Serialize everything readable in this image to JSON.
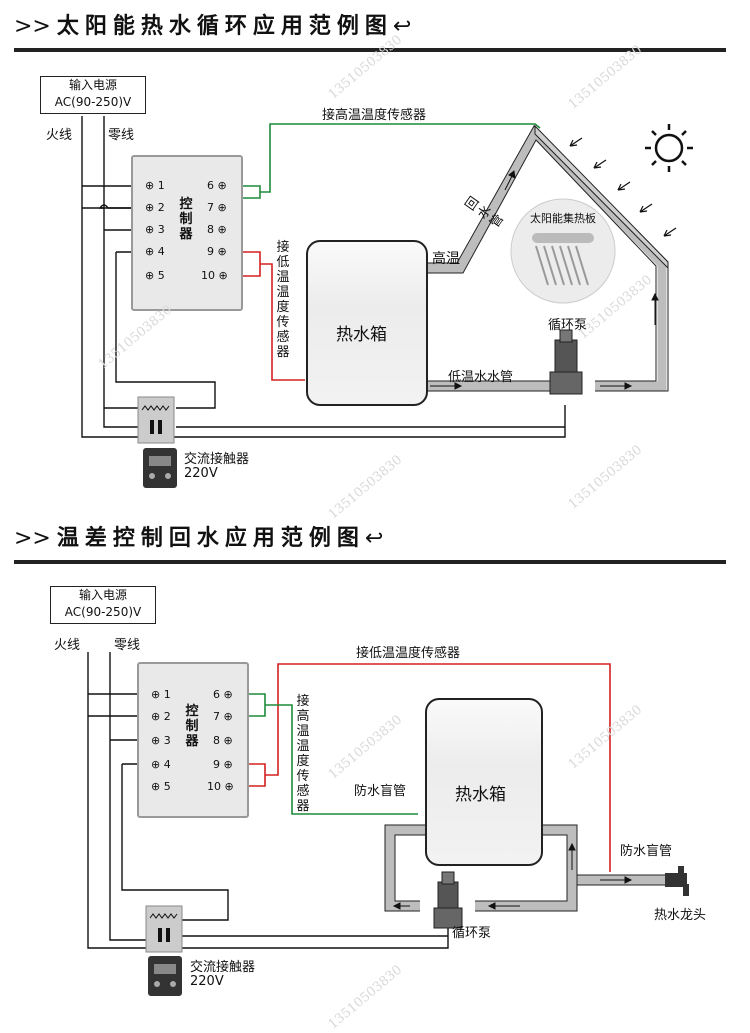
{
  "watermark": "13510503830",
  "diagram1": {
    "title": "太阳能热水循环应用范例图",
    "title_mark": ">>",
    "power_title": "输入电源",
    "power_spec": "AC(90-250)V",
    "live": "火线",
    "neutral": "零线",
    "controller": "控制器",
    "terminals_left": [
      "1",
      "2",
      "3",
      "4",
      "5"
    ],
    "terminals_right": [
      "6",
      "7",
      "8",
      "9",
      "10"
    ],
    "high_sensor": "接高温温度传感器",
    "low_sensor": "接低温温度传感器",
    "tank": "热水箱",
    "high_temp": "高温",
    "return_pipe": "回水管",
    "collector": "太阳能集热板",
    "pump": "循环泵",
    "low_pipe": "低温水水管",
    "contactor": "交流接触器",
    "voltage": "220V"
  },
  "diagram2": {
    "title": "温差控制回水应用范例图",
    "title_mark": ">>",
    "power_title": "输入电源",
    "power_spec": "AC(90-250)V",
    "live": "火线",
    "neutral": "零线",
    "controller": "控制器",
    "terminals_left": [
      "1",
      "2",
      "3",
      "4",
      "5"
    ],
    "terminals_right": [
      "6",
      "7",
      "8",
      "9",
      "10"
    ],
    "low_sensor": "接低温温度传感器",
    "high_sensor": "接高温温度传感器",
    "tank": "热水箱",
    "blind_pipe_1": "防水盲管",
    "blind_pipe_2": "防水盲管",
    "faucet": "热水龙头",
    "pump": "循环泵",
    "contactor": "交流接触器",
    "voltage": "220V"
  },
  "colors": {
    "green": "#1f8a3a",
    "red": "#d42020",
    "wire": "#111111",
    "pipe": "#bdbdbd"
  }
}
